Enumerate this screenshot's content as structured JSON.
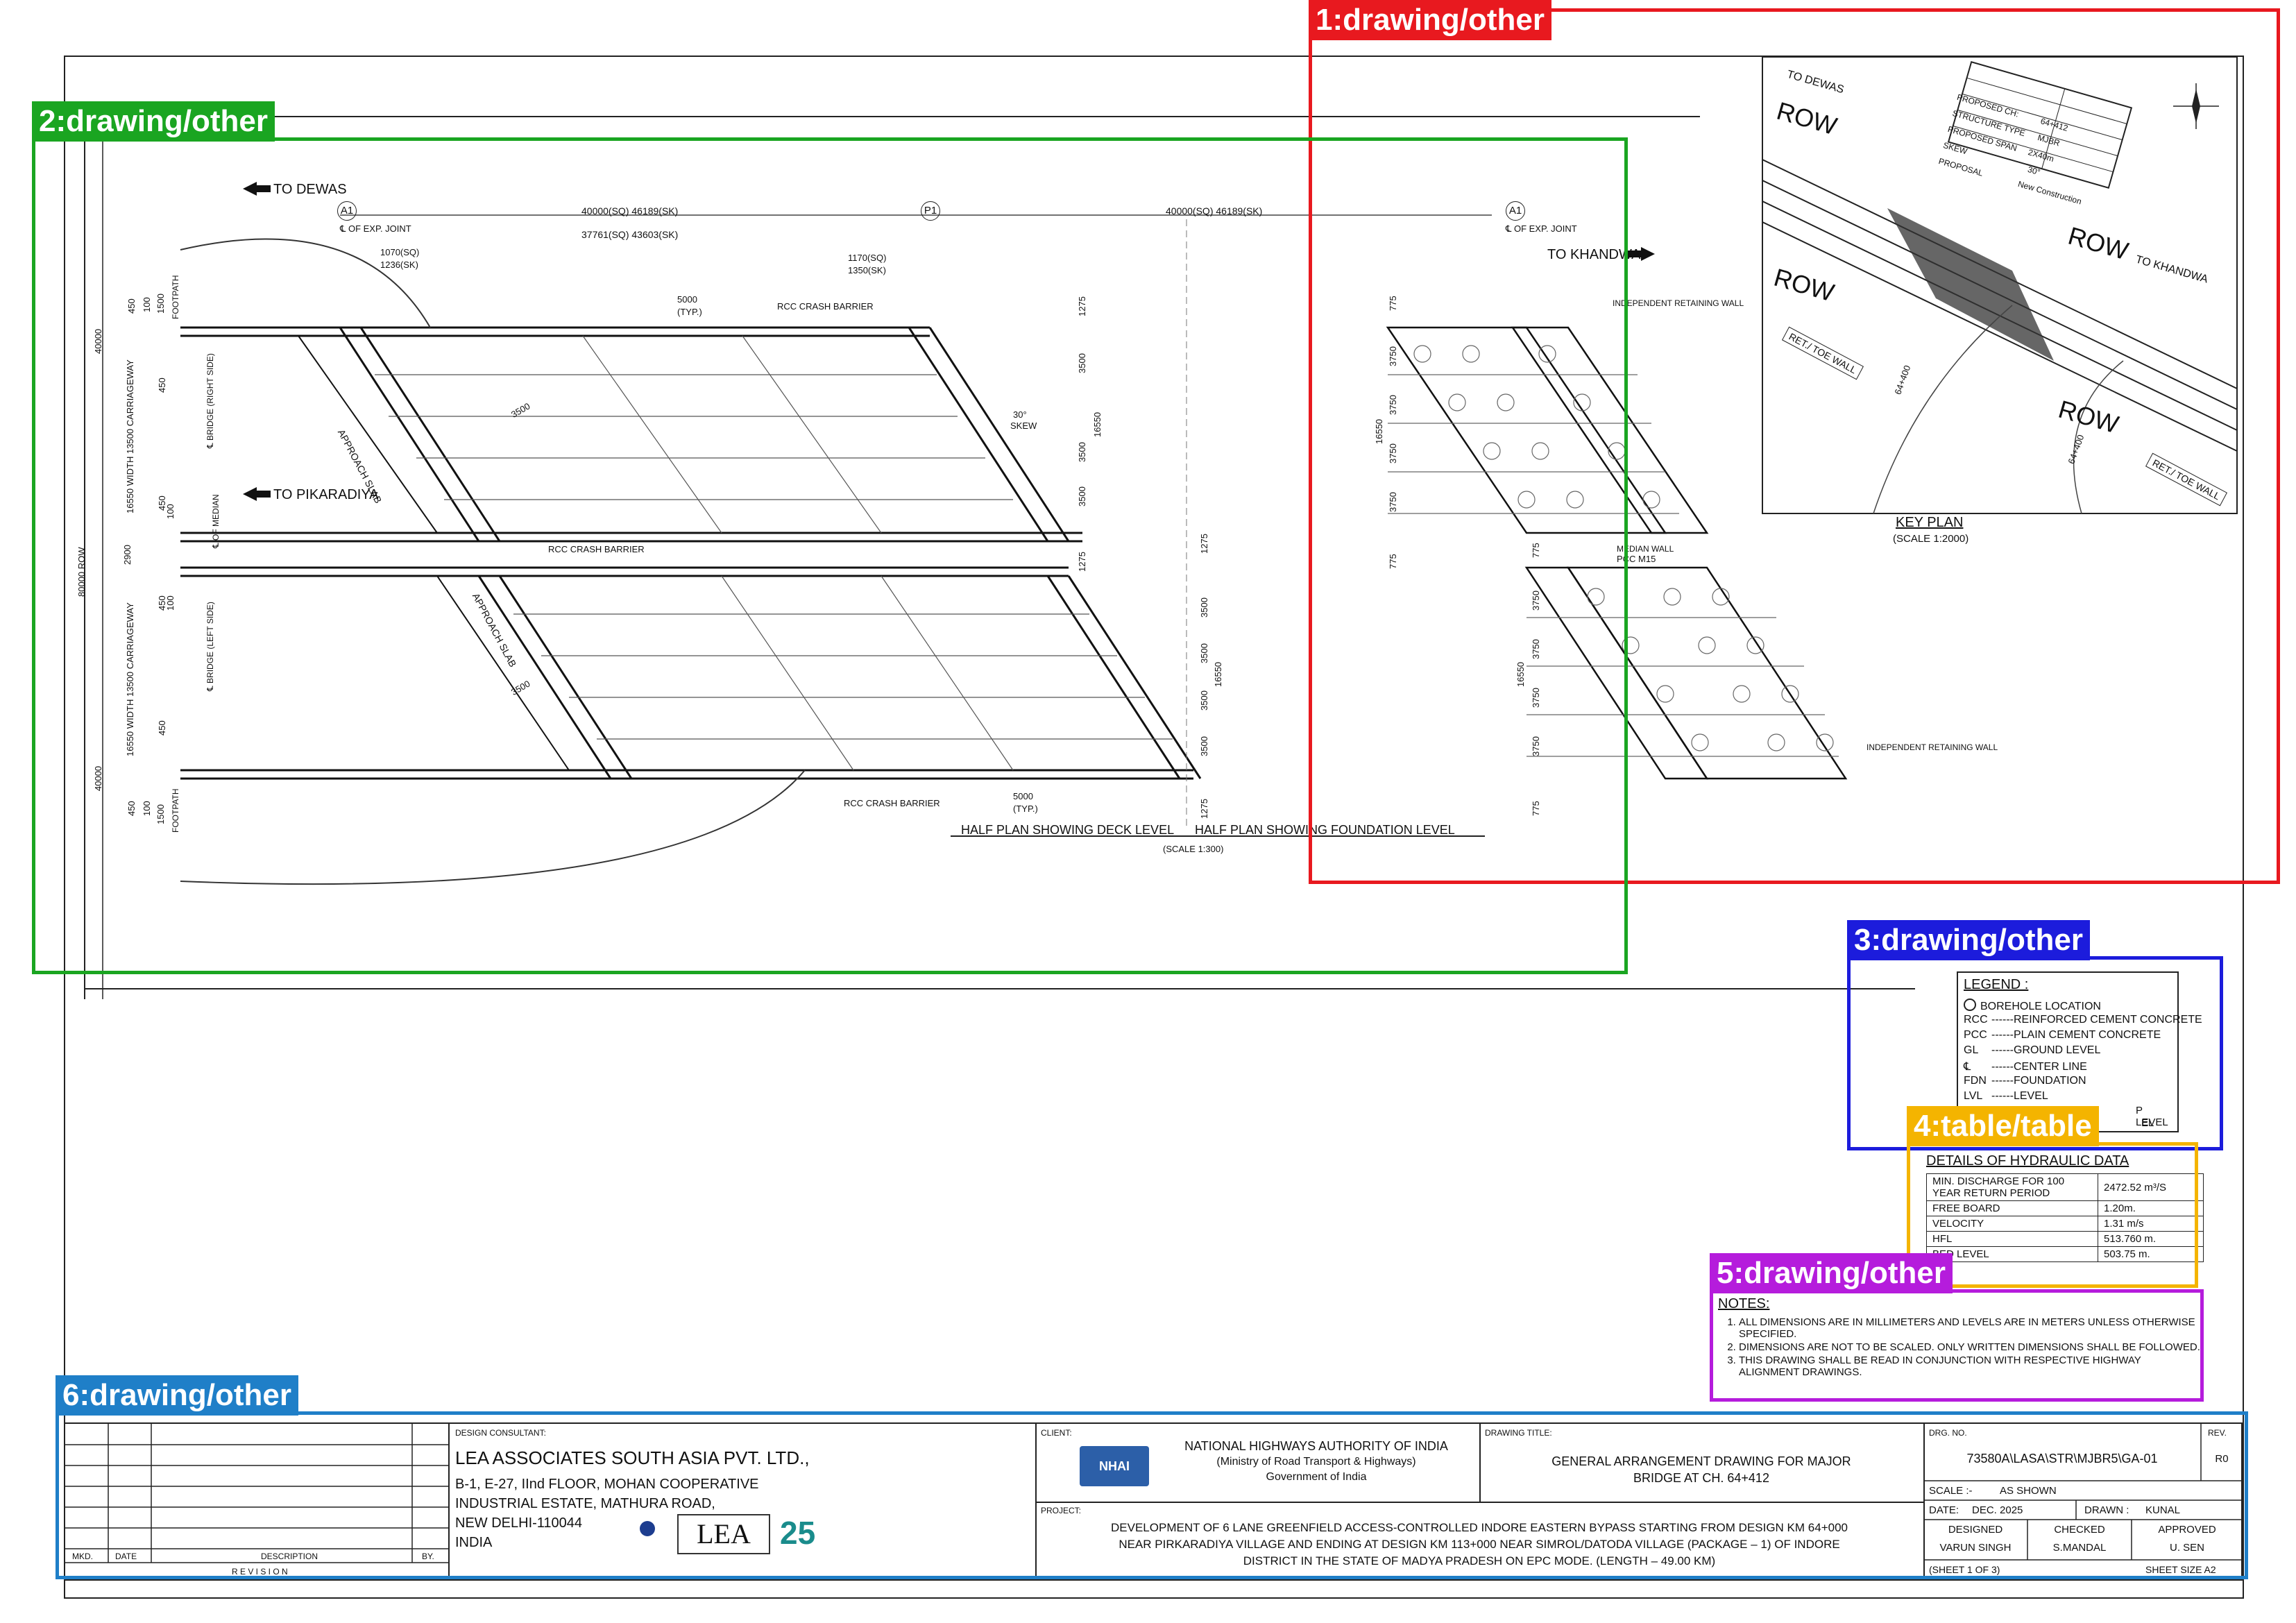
{
  "annotations": [
    {
      "id": "1",
      "label": "1:drawing/other",
      "color": "#e8191f"
    },
    {
      "id": "2",
      "label": "2:drawing/other",
      "color": "#1aa521"
    },
    {
      "id": "3",
      "label": "3:drawing/other",
      "color": "#1c1cdc"
    },
    {
      "id": "4",
      "label": "4:table/table",
      "color": "#f4b400"
    },
    {
      "id": "5",
      "label": "5:drawing/other",
      "color": "#b51cdc"
    },
    {
      "id": "6",
      "label": "6:drawing/other",
      "color": "#1f7fc8"
    }
  ],
  "plan": {
    "to_dewas": "TO DEWAS",
    "to_khandwa": "TO KHANDWA",
    "to_pikaradiya": "TO PIKARADIYA",
    "a1": "A1",
    "p1": "P1",
    "exp_joint": "℄ OF EXP. JOINT",
    "dim_span1": "40000(SQ)  46189(SK)",
    "dim_span2": "40000(SQ)  46189(SK)",
    "dim_inner": "37761(SQ)  43603(SK)",
    "dim_1070": "1070(SQ)",
    "dim_1236": "1236(SK)",
    "dim_1170": "1170(SQ)",
    "dim_1350": "1350(SK)",
    "typ_5000": "5000",
    "typ": "(TYP.)",
    "crash_barrier": "RCC  CRASH  BARRIER",
    "crash_barrier_mid": "RCC CRASH BARRIER",
    "skew": "30°",
    "skew_label": "SKEW",
    "approach_slab": "APPROACH SLAB",
    "bridge_right": "℄ BRIDGE (RIGHT SIDE)",
    "bridge_left": "℄ BRIDGE (LEFT SIDE)",
    "of_median": "℄ OF MEDIAN",
    "width_carriageway": "16550 WIDTH 13500 CARRIAGEWAY",
    "footpath": "FOOTPATH",
    "row_total": "80000 ROW",
    "dim_40000": "40000",
    "dim_16550": "16550",
    "dim_3500": "3500",
    "dim_3750": "3750",
    "dim_775": "775",
    "dim_1275": "1275",
    "dim_450": "450",
    "dim_100": "100",
    "dim_1500": "1500",
    "dim_2900": "2900",
    "retaining_wall": "INDEPENDENT RETAINING WALL",
    "median_wall": "MEDIAN WALL",
    "pcc_m15": "PCC M15",
    "half_plan_deck": "HALF PLAN SHOWING DECK LEVEL",
    "half_plan_foundation": "HALF PLAN SHOWING FOUNDATION LEVEL",
    "scale_plan": "(SCALE 1:300)"
  },
  "key_plan": {
    "title": "KEY PLAN",
    "scale": "(SCALE  1:2000)",
    "to_dewas": "TO DEWAS",
    "to_khandwa": "TO KHANDWA",
    "row": "ROW",
    "ret_toe_wall": "RET./ TOE WALL",
    "chainage": "64+400",
    "proposed_ch": "PROPOSED CH:",
    "proposed_ch_val": "64+412",
    "structure_type": "STRUCTURE TYPE",
    "structure_type_val": "MJBR",
    "proposed_span": "PROPOSED SPAN",
    "proposed_span_val": "2X40m",
    "skew": "SKEW",
    "skew_val": "30°",
    "proposal": "PROPOSAL",
    "proposal_val": "New Construction"
  },
  "legend": {
    "title": "LEGEND :",
    "items": [
      {
        "abbr": "",
        "desc": "BOREHOLE  LOCATION"
      },
      {
        "abbr": "RCC",
        "desc": "REINFORCED  CEMENT  CONCRETE"
      },
      {
        "abbr": "PCC",
        "desc": "PLAIN  CEMENT  CONCRETE"
      },
      {
        "abbr": "GL",
        "desc": "GROUND  LEVEL"
      },
      {
        "abbr": "℄",
        "desc": "CENTER  LINE"
      },
      {
        "abbr": "FDN",
        "desc": "FOUNDATION"
      },
      {
        "abbr": "LVL",
        "desc": "LEVEL"
      }
    ],
    "tail1": "P  LEVEL",
    "tail2": "EL"
  },
  "hydraulic": {
    "title": "DETAILS OF HYDRAULIC DATA",
    "rows": [
      [
        "MIN. DISCHARGE FOR 100 YEAR RETURN PERIOD",
        "2472.52  m³/S"
      ],
      [
        "FREE  BOARD",
        "1.20m."
      ],
      [
        "VELOCITY",
        "1.31  m/s"
      ],
      [
        "HFL",
        "513.760  m."
      ],
      [
        "BED  LEVEL",
        "503.75  m."
      ]
    ]
  },
  "notes": {
    "title": "NOTES:",
    "items": [
      "ALL  DIMENSIONS  ARE  IN   MILLIMETERS  AND   LEVELS  ARE  IN  METERS  UNLESS OTHERWISE  SPECIFIED.",
      "DIMENSIONS  ARE  NOT  TO  BE  SCALED.  ONLY  WRITTEN   DIMENSIONS  SHALL  BE FOLLOWED.",
      "THIS  DRAWING  SHALL  BE  READ  IN  CONJUNCTION  WITH  RESPECTIVE  HIGHWAY ALIGNMENT  DRAWINGS."
    ]
  },
  "title_block": {
    "revision_headers": [
      "MKD.",
      "DATE",
      "DESCRIPTION",
      "BY."
    ],
    "revision": "R E V I S I O N",
    "design_consultant_label": "DESIGN CONSULTANT:",
    "consultant_name": "LEA ASSOCIATES SOUTH ASIA PVT. LTD.,",
    "consultant_addr": [
      "B-1, E-27, IInd FLOOR, MOHAN COOPERATIVE",
      "INDUSTRIAL ESTATE, MATHURA ROAD,",
      "NEW DELHI-110044",
      "INDIA"
    ],
    "lea_logo": "LEA",
    "anniv_logo": "25",
    "client_label": "CLIENT:",
    "client_name": "NATIONAL HIGHWAYS AUTHORITY OF INDIA",
    "client_sub1": "(Ministry of Road Transport & Highways)",
    "client_sub2": "Government of India",
    "nhai_logo": "NHAI",
    "drawing_title_label": "DRAWING TITLE:",
    "drawing_title1": "GENERAL ARRANGEMENT DRAWING FOR MAJOR",
    "drawing_title2": "BRIDGE AT CH. 64+412",
    "project_label": "PROJECT:",
    "project_lines": [
      "DEVELOPMENT OF 6 LANE GREENFIELD ACCESS-CONTROLLED INDORE EASTERN BYPASS STARTING FROM DESIGN KM 64+000",
      "NEAR PIRKARADIYA VILLAGE AND ENDING AT DESIGN KM 113+000 NEAR SIMROL/DATODA VILLAGE (PACKAGE – 1) OF INDORE",
      "DISTRICT IN THE STATE OF MADYA PRADESH ON EPC MODE. (LENGTH – 49.00 KM)"
    ],
    "drg_no_label": "DRG. NO.",
    "drg_no": "73580A\\LASA\\STR\\MJBR5\\GA-01",
    "rev_label": "REV.",
    "rev": "R0",
    "scale_label": "SCALE :-",
    "scale": "AS SHOWN",
    "date_label": "DATE:",
    "date": "DEC. 2025",
    "drawn_label": "DRAWN :",
    "drawn": "KUNAL",
    "designed_label": "DESIGNED",
    "checked_label": "CHECKED",
    "approved_label": "APPROVED",
    "designed": "VARUN SINGH",
    "checked": "S.MANDAL",
    "approved": "U. SEN",
    "sheet": "(SHEET 1 OF 3)",
    "sheet_size": "SHEET SIZE A2"
  }
}
